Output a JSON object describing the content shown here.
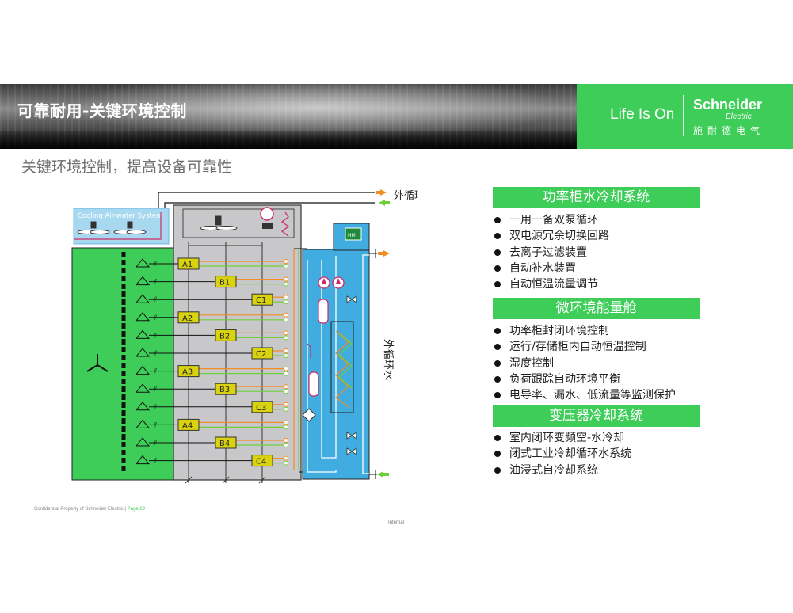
{
  "header": {
    "title": "可靠耐用-关键环境控制",
    "tagline": "Life Is On",
    "brand_name": "Schneider",
    "brand_sub": "Electric",
    "brand_cn": "施耐德电气"
  },
  "subtitle": "关键环境控制，提高设备可靠性",
  "diagram": {
    "cooling_system_label": "Cooling Air-water System",
    "external_loop_top": "外循环水",
    "external_loop_side": "外循环水",
    "hmi_label": "HMI",
    "rows": [
      {
        "pos": 1,
        "name": "A1"
      },
      {
        "pos": 2,
        "name": "B1"
      },
      {
        "pos": 3,
        "name": "C1"
      },
      {
        "pos": 4,
        "name": "A2"
      },
      {
        "pos": 5,
        "name": "B2"
      },
      {
        "pos": 6,
        "name": "C2"
      },
      {
        "pos": 7,
        "name": "A3"
      },
      {
        "pos": 8,
        "name": "B3"
      },
      {
        "pos": 9,
        "name": "C3"
      },
      {
        "pos": 10,
        "name": "A4"
      },
      {
        "pos": 11,
        "name": "B4"
      },
      {
        "pos": 12,
        "name": "C4"
      }
    ],
    "colors": {
      "green": "#3dcd58",
      "blue": "#41ace0",
      "gray_panel": "#c8c8ca",
      "module": "#d9d20f",
      "orange": "#f28c24",
      "light_green": "#6fcf3a",
      "pink": "#cc2b6a"
    }
  },
  "sections": [
    {
      "title": "功率柜水冷却系统",
      "items": [
        "一用一备双泵循环",
        "双电源冗余切换回路",
        "去离子过滤装置",
        "自动补水装置",
        "自动恒温流量调节"
      ]
    },
    {
      "title": "微环境能量舱",
      "items": [
        "功率柜封闭环境控制",
        "运行/存储柜内自动恒温控制",
        "湿度控制",
        "负荷跟踪自动环境平衡",
        "电导率、漏水、低流量等监测保护"
      ]
    },
    {
      "title": "变压器冷却系统",
      "items": [
        "室内闭环变频空-水冷却",
        "闭式工业冷却循环水系统",
        "油浸式自冷却系统"
      ]
    }
  ],
  "footer": {
    "confidential": "Confidential Property of Schneider Electric |",
    "page": "Page 29",
    "internal": "Internal"
  }
}
